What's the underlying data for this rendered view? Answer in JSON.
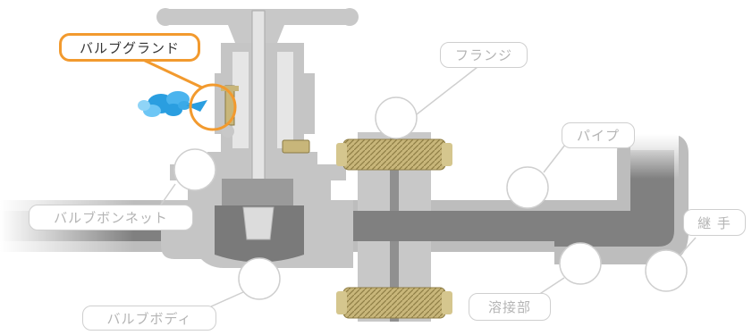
{
  "labels": {
    "valve_gland": "バルブグランド",
    "flange": "フランジ",
    "pipe": "パイプ",
    "valve_bonnet": "バルブボンネット",
    "joint": "継 手",
    "welded_part": "溶接部",
    "valve_body": "バルブボディ"
  },
  "highlighted_part": "valve_gland",
  "colors": {
    "highlight": "#f29a2e",
    "leak": "#2a9ee0",
    "callout": "#cfcfcf",
    "body": "#c5c5c5",
    "cavity": "#d9d9d9",
    "fluid": "#7d7d7d",
    "bolt": "#c8b67a"
  }
}
